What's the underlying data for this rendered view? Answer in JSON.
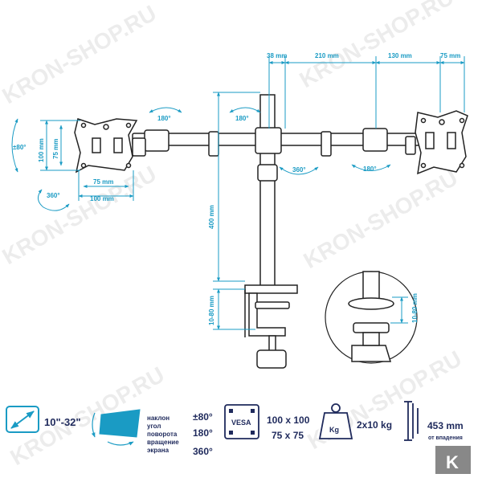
{
  "colors": {
    "dimension": "#1a9bc4",
    "spec_text": "#1f2a5c",
    "line_art": "#222222",
    "background": "#ffffff"
  },
  "watermark": "KRON-SHOP.RU",
  "dimensions": {
    "top_38": "38 mm",
    "top_210": "210 mm",
    "top_130": "130 mm",
    "top_75": "75 mm",
    "plate_100_v": "100 mm",
    "plate_75_v": "75 mm",
    "plate_75_h": "75 mm",
    "plate_100_h": "100 mm",
    "pole_400": "400 mm",
    "clamp_range": "10-80 mm",
    "detail_clamp_range": "10-80 mm"
  },
  "rotations": {
    "tilt": "±80°",
    "arm_left": "180°",
    "arm_mid": "180°",
    "pole_swivel": "360°",
    "arm_right": "180°",
    "screen_rotate": "360°"
  },
  "specs": {
    "screen_size": "10\"-32\"",
    "motion_label_1": "наклон",
    "motion_label_2": "угол",
    "motion_label_3": "поворота",
    "motion_label_4": "вращение",
    "motion_label_5": "экрана",
    "tilt_value": "±80°",
    "turn_value": "180°",
    "rotate_value": "360°",
    "vesa_label": "VESA",
    "vesa_1": "100 x 100",
    "vesa_2": "75 x 75",
    "weight_label": "Kg",
    "weight_value": "2x10 kg",
    "height_value": "453 mm",
    "height_caption": "от впадения",
    "logo_letter": "K"
  }
}
